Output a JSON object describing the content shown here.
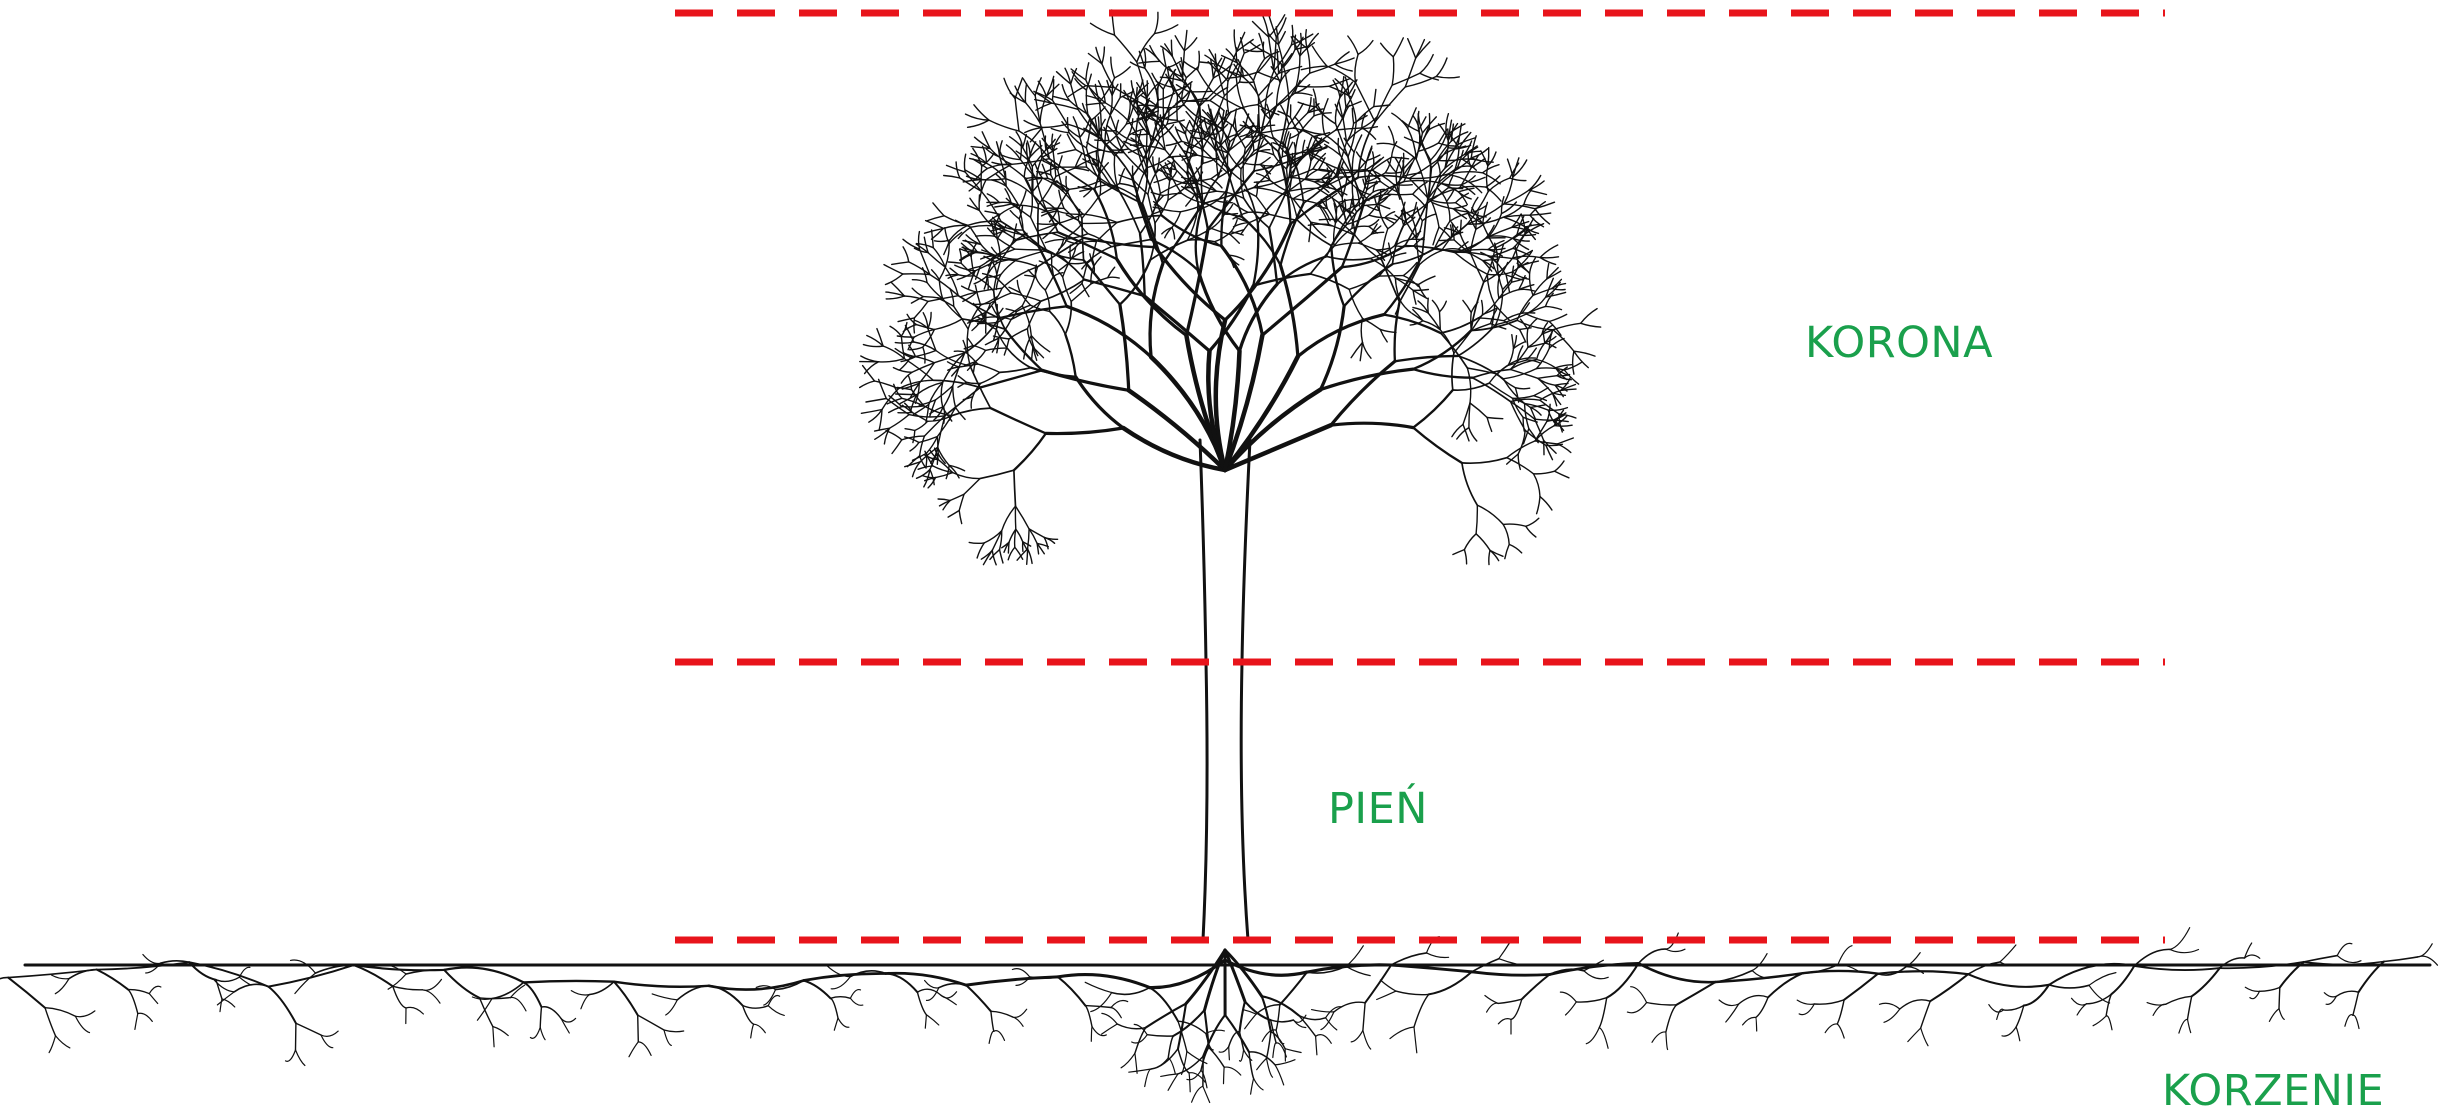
{
  "labels": {
    "crown": "KORONA",
    "trunk": "PIEŃ",
    "roots": "KORZENIE"
  },
  "colors": {
    "label": "#1aa04c",
    "divider": "#e8141b",
    "drawing": "#111111"
  },
  "icons": {
    "tree": "tree-illustration"
  }
}
